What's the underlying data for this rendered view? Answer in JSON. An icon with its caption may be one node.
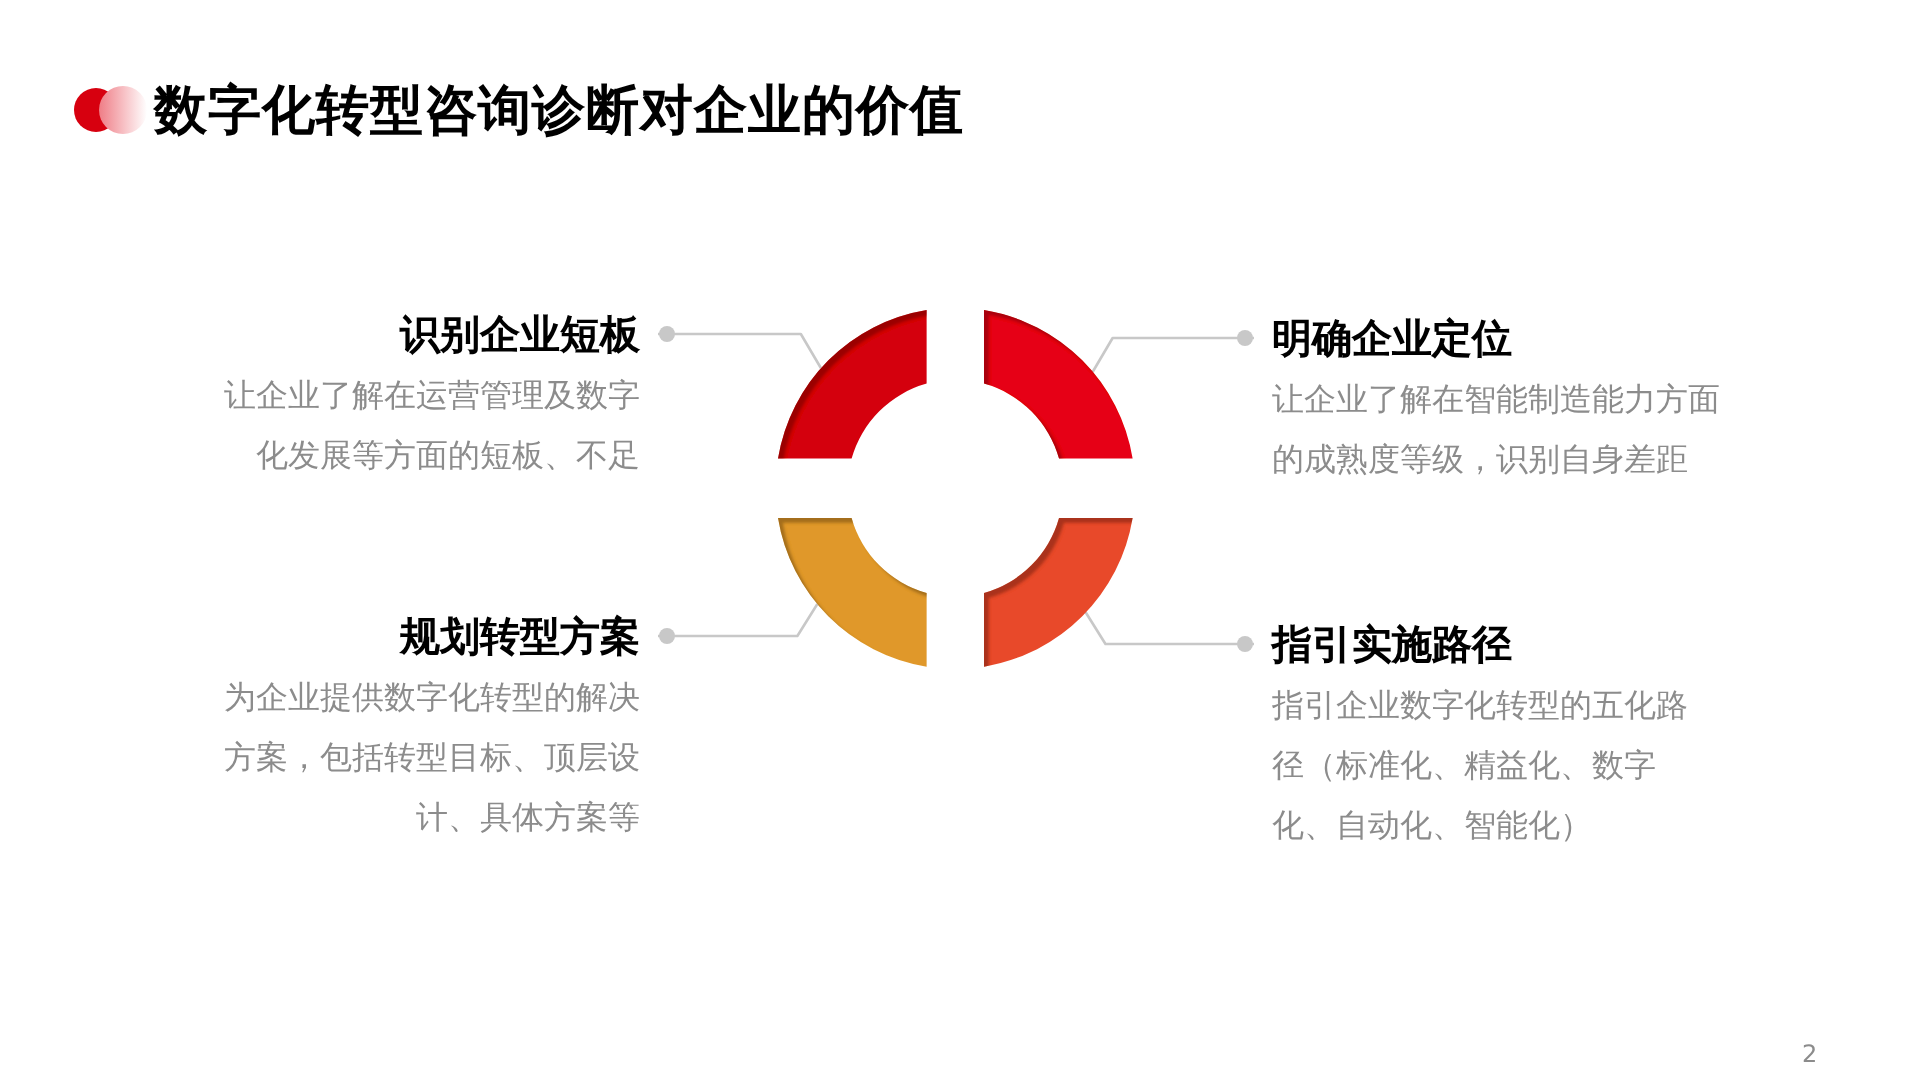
{
  "diagram": {
    "title": "数字化转型咨询诊断对企业的价值",
    "nodes": [
      {
        "text": [
          "识别企业短板",
          "让企业了解在运营管理及数字化发展等方面的短板、不足"
        ]
      },
      {
        "text": [
          "明确企业定位",
          "让企业了解在智能制造能力方面的成熟度等级，识别自身差距"
        ]
      },
      {
        "text": [
          "规划转型方案",
          "为企业提供数字化转型的解决方案，包括转型目标、顶层设计、具体方案等"
        ]
      },
      {
        "text": [
          "指引实施路径",
          "指引企业数字化转型的五化路径（标准化、精益化、数字化、自动化、智能化）"
        ]
      },
      {
        "text": [],
        "shape": "arc"
      },
      {
        "text": [],
        "shape": "arc"
      },
      {
        "text": [],
        "shape": "arc"
      },
      {
        "text": [],
        "shape": "arc"
      }
    ],
    "edges": [
      {
        "from": 0,
        "to": 4,
        "arrow": "other"
      },
      {
        "from": 1,
        "to": 5,
        "arrow": "other"
      },
      {
        "from": 2,
        "to": 6,
        "arrow": "other"
      },
      {
        "from": 3,
        "to": 7,
        "arrow": "other"
      }
    ],
    "labels": [
      "2"
    ]
  }
}
